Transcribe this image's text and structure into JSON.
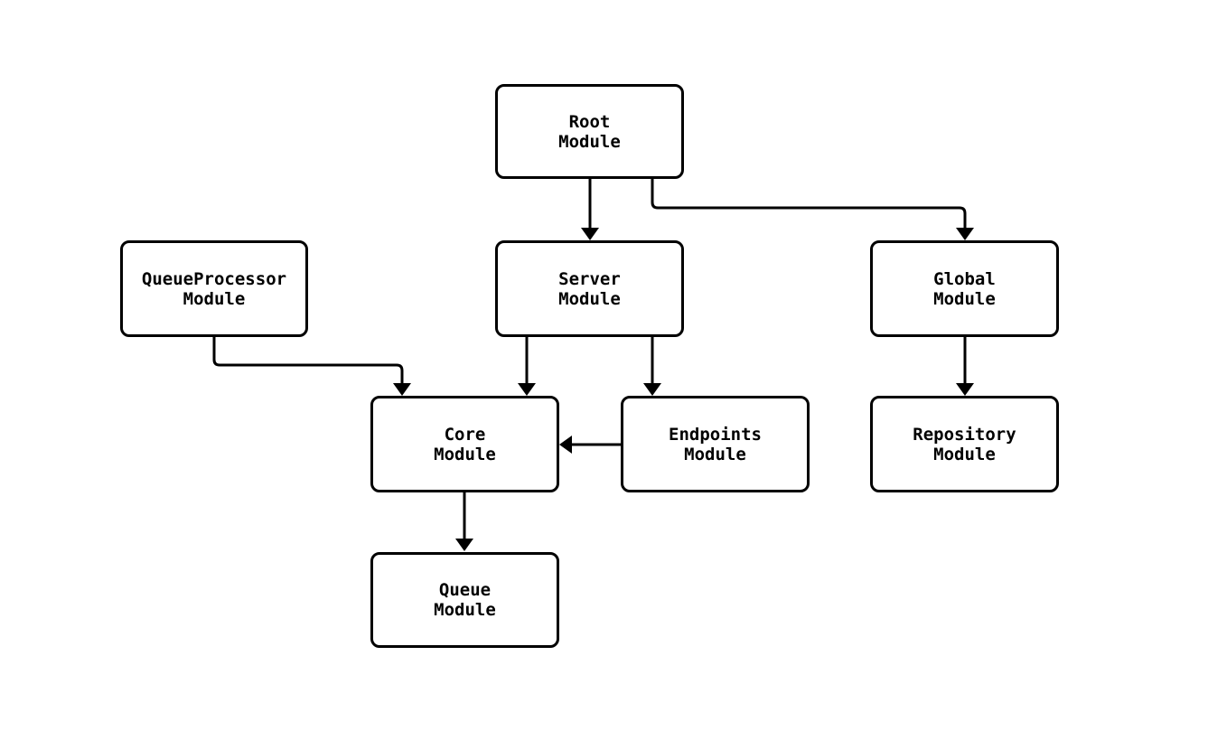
{
  "diagram": {
    "type": "module-dependency-graph",
    "colors": {
      "background": "#ffffff",
      "node_fill": "#ffffff",
      "node_border": "#000000",
      "edge_stroke": "#000000",
      "text": "#000000"
    },
    "nodes": {
      "root": {
        "line1": "Root",
        "line2": "Module"
      },
      "queueprocessor": {
        "line1": "QueueProcessor",
        "line2": "Module"
      },
      "server": {
        "line1": "Server",
        "line2": "Module"
      },
      "global": {
        "line1": "Global",
        "line2": "Module"
      },
      "core": {
        "line1": "Core",
        "line2": "Module"
      },
      "endpoints": {
        "line1": "Endpoints",
        "line2": "Module"
      },
      "repository": {
        "line1": "Repository",
        "line2": "Module"
      },
      "queue": {
        "line1": "Queue",
        "line2": "Module"
      }
    },
    "edges": [
      {
        "from": "Root Module",
        "to": "Server Module"
      },
      {
        "from": "Root Module",
        "to": "Global Module"
      },
      {
        "from": "QueueProcessor Module",
        "to": "Core Module"
      },
      {
        "from": "Server Module",
        "to": "Core Module"
      },
      {
        "from": "Server Module",
        "to": "Endpoints Module"
      },
      {
        "from": "Endpoints Module",
        "to": "Core Module"
      },
      {
        "from": "Global Module",
        "to": "Repository Module"
      },
      {
        "from": "Core Module",
        "to": "Queue Module"
      }
    ]
  }
}
